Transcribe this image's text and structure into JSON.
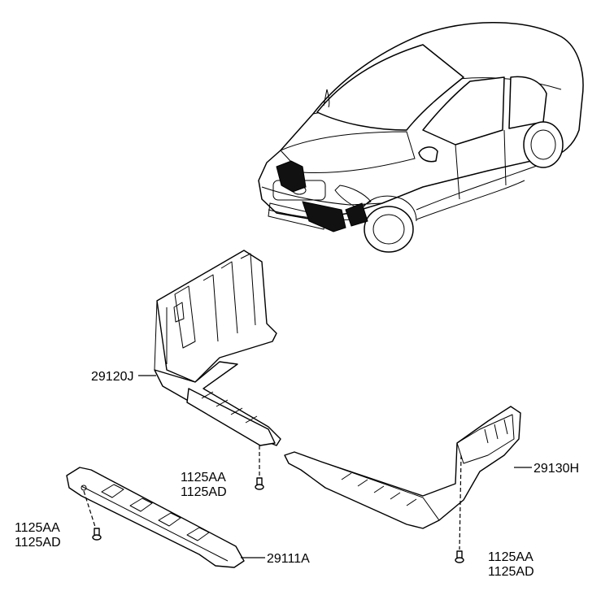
{
  "labels": {
    "lower_cover": "29120J",
    "rear_cover": "29130H",
    "front_cover": "29111A",
    "bolt_center_a": "1125AA",
    "bolt_center_b": "1125AD",
    "bolt_left_a": "1125AA",
    "bolt_left_b": "1125AD",
    "bolt_right_a": "1125AA",
    "bolt_right_b": "1125AD"
  },
  "colors": {
    "line": "#000000",
    "background": "#ffffff",
    "highlight": "#111111"
  }
}
